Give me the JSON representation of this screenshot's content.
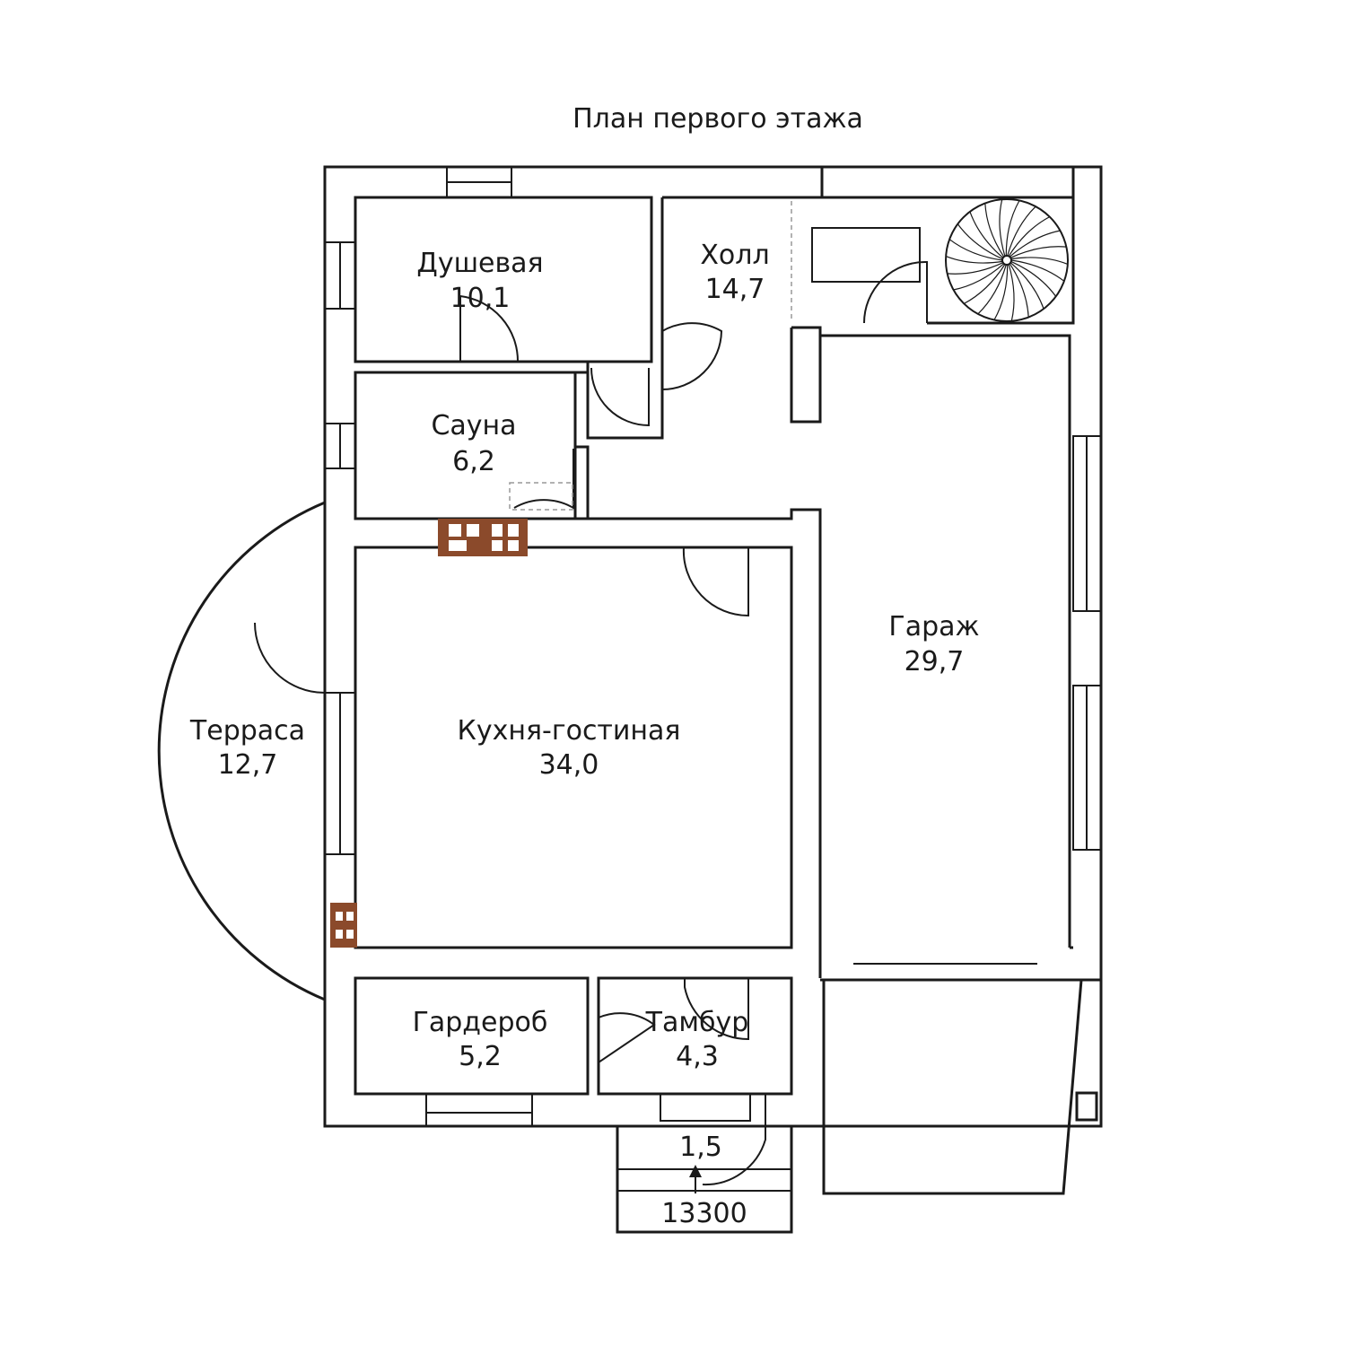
{
  "plan": {
    "title": "План первого этажа",
    "rooms": [
      {
        "name": "Душевая",
        "area": "10,1"
      },
      {
        "name": "Холл",
        "area": "14,7"
      },
      {
        "name": "Сауна",
        "area": "6,2"
      },
      {
        "name": "Гараж",
        "area": "29,7"
      },
      {
        "name": "Терраса",
        "area": "12,7"
      },
      {
        "name": "Кухня-гостиная",
        "area": "34,0"
      },
      {
        "name": "Гардероб",
        "area": "5,2"
      },
      {
        "name": "Тамбур",
        "area": "4,3"
      }
    ],
    "porch_area": "1,5",
    "dimension": "13300"
  },
  "colors": {
    "line": "#1a1a1a",
    "brick": "#8b4a2b",
    "dashed": "#999999"
  }
}
